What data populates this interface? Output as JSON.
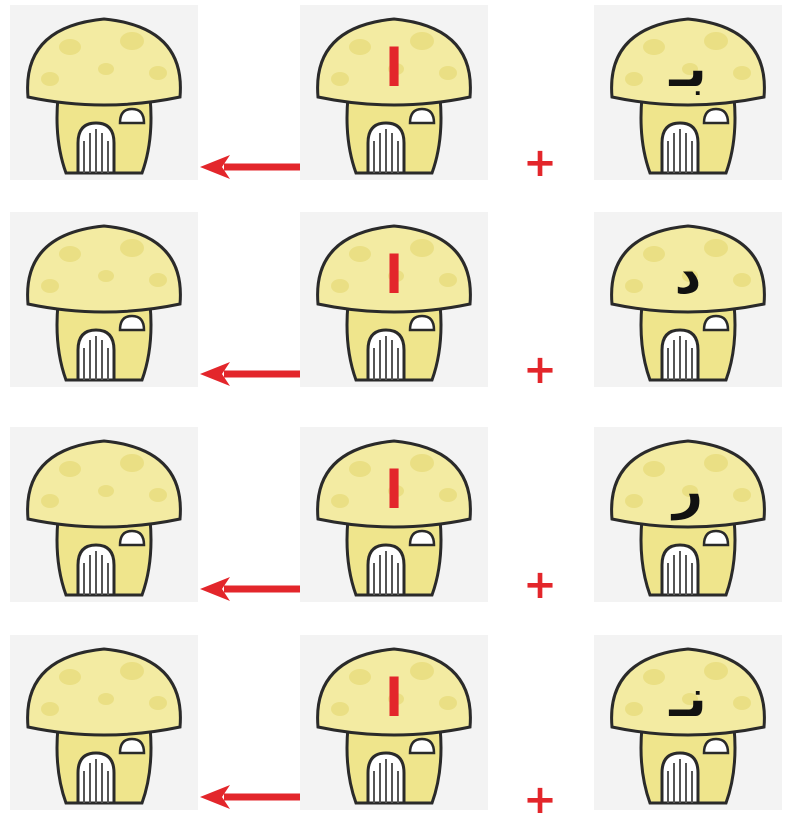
{
  "colors": {
    "accent": "#e3262b",
    "letter": "#111111",
    "cap": "#f3eba2",
    "stem": "#efe58c",
    "tile_bg": "#f3f3f3"
  },
  "icons": {
    "house": "mushroom-house-icon",
    "arrow": "left-arrow-icon"
  },
  "rows": [
    {
      "first_letter": "بـ",
      "operator": "+",
      "second_letter": "ا"
    },
    {
      "first_letter": "د",
      "operator": "+",
      "second_letter": "ا"
    },
    {
      "first_letter": "ر",
      "operator": "+",
      "second_letter": "ا"
    },
    {
      "first_letter": "نـ",
      "operator": "+",
      "second_letter": "ا"
    }
  ]
}
